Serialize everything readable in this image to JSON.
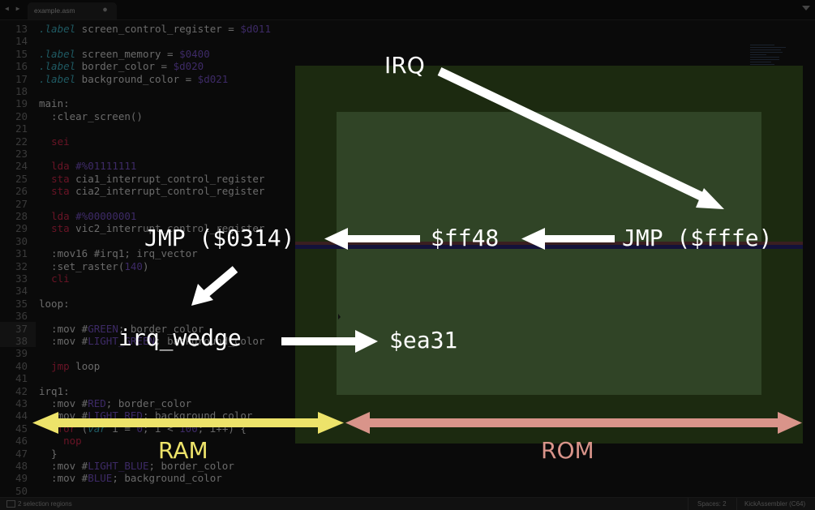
{
  "tabbar": {
    "nav_arrows": "◀ ▶",
    "tab_title": "example.asm",
    "tab_close_icon": "●"
  },
  "editor": {
    "lines": [
      {
        "n": "13",
        "parts": [
          [
            "lbl",
            ".label"
          ],
          [
            "",
            " screen_control_register = "
          ],
          [
            "num",
            "$d011"
          ]
        ]
      },
      {
        "n": "14",
        "parts": []
      },
      {
        "n": "15",
        "parts": [
          [
            "lbl",
            ".label"
          ],
          [
            "",
            " screen_memory = "
          ],
          [
            "num",
            "$0400"
          ]
        ]
      },
      {
        "n": "16",
        "parts": [
          [
            "lbl",
            ".label"
          ],
          [
            "",
            " border_color = "
          ],
          [
            "num",
            "$d020"
          ]
        ]
      },
      {
        "n": "17",
        "parts": [
          [
            "lbl",
            ".label"
          ],
          [
            "",
            " background_color = "
          ],
          [
            "num",
            "$d021"
          ]
        ]
      },
      {
        "n": "18",
        "parts": []
      },
      {
        "n": "19",
        "parts": [
          [
            "",
            "main:"
          ]
        ]
      },
      {
        "n": "20",
        "parts": [
          [
            "",
            "  :clear_screen()"
          ]
        ]
      },
      {
        "n": "21",
        "parts": []
      },
      {
        "n": "22",
        "parts": [
          [
            "",
            "  "
          ],
          [
            "kw",
            "sei"
          ]
        ]
      },
      {
        "n": "23",
        "parts": []
      },
      {
        "n": "24",
        "parts": [
          [
            "",
            "  "
          ],
          [
            "kw",
            "lda"
          ],
          [
            "",
            " "
          ],
          [
            "num",
            "#%01111111"
          ]
        ]
      },
      {
        "n": "25",
        "parts": [
          [
            "",
            "  "
          ],
          [
            "kw",
            "sta"
          ],
          [
            "",
            " cia1_interrupt_control_register"
          ]
        ]
      },
      {
        "n": "26",
        "parts": [
          [
            "",
            "  "
          ],
          [
            "kw",
            "sta"
          ],
          [
            "",
            " cia2_interrupt_control_register"
          ]
        ]
      },
      {
        "n": "27",
        "parts": []
      },
      {
        "n": "28",
        "parts": [
          [
            "",
            "  "
          ],
          [
            "kw",
            "lda"
          ],
          [
            "",
            " "
          ],
          [
            "num",
            "#%00000001"
          ]
        ]
      },
      {
        "n": "29",
        "parts": [
          [
            "",
            "  "
          ],
          [
            "kw",
            "sta"
          ],
          [
            "",
            " vic2_interrupt_control_register"
          ]
        ]
      },
      {
        "n": "30",
        "parts": []
      },
      {
        "n": "31",
        "parts": [
          [
            "",
            "  :mov16 #irq1; irq_vector"
          ]
        ]
      },
      {
        "n": "32",
        "parts": [
          [
            "",
            "  :set_raster("
          ],
          [
            "num",
            "140"
          ],
          [
            "",
            ")"
          ]
        ]
      },
      {
        "n": "33",
        "parts": [
          [
            "",
            "  "
          ],
          [
            "kw",
            "cli"
          ]
        ]
      },
      {
        "n": "34",
        "parts": []
      },
      {
        "n": "35",
        "parts": [
          [
            "",
            "loop:"
          ]
        ]
      },
      {
        "n": "36",
        "parts": []
      },
      {
        "n": "37",
        "parts": [
          [
            "",
            "  :mov #"
          ],
          [
            "num",
            "GREEN"
          ],
          [
            "",
            "; border_color"
          ]
        ]
      },
      {
        "n": "38",
        "parts": [
          [
            "",
            "  :mov #"
          ],
          [
            "num",
            "LIGHT_GREEN"
          ],
          [
            "",
            "; background_color"
          ]
        ]
      },
      {
        "n": "39",
        "parts": []
      },
      {
        "n": "40",
        "parts": [
          [
            "",
            "  "
          ],
          [
            "kw",
            "jmp"
          ],
          [
            "",
            " loop"
          ]
        ]
      },
      {
        "n": "41",
        "parts": []
      },
      {
        "n": "42",
        "parts": [
          [
            "",
            "irq1:"
          ]
        ]
      },
      {
        "n": "43",
        "parts": [
          [
            "",
            "  :mov #"
          ],
          [
            "num",
            "RED"
          ],
          [
            "",
            "; border_color"
          ]
        ]
      },
      {
        "n": "44",
        "parts": [
          [
            "",
            "  :mov #"
          ],
          [
            "num",
            "LIGHT_RED"
          ],
          [
            "",
            "; background_color"
          ]
        ]
      },
      {
        "n": "45",
        "parts": [
          [
            "",
            "  "
          ],
          [
            "kw",
            ".for"
          ],
          [
            "",
            " ("
          ],
          [
            "lbl",
            "var"
          ],
          [
            "",
            " i = "
          ],
          [
            "num",
            "0"
          ],
          [
            "",
            "; i < "
          ],
          [
            "num",
            "100"
          ],
          [
            "",
            "; i++) {"
          ]
        ]
      },
      {
        "n": "46",
        "parts": [
          [
            "",
            "    "
          ],
          [
            "kw",
            "nop"
          ]
        ]
      },
      {
        "n": "47",
        "parts": [
          [
            "",
            "  }"
          ]
        ]
      },
      {
        "n": "48",
        "parts": [
          [
            "",
            "  :mov #"
          ],
          [
            "num",
            "LIGHT_BLUE"
          ],
          [
            "",
            "; border_color"
          ]
        ]
      },
      {
        "n": "49",
        "parts": [
          [
            "",
            "  :mov #"
          ],
          [
            "num",
            "BLUE"
          ],
          [
            "",
            "; background_color"
          ]
        ]
      },
      {
        "n": "50",
        "parts": []
      }
    ]
  },
  "overlay": {
    "irq_label": "IRQ",
    "jmp_fffe_label": "JMP ($fffe)",
    "ff48_label": "$ff48",
    "jmp_0314_label": "JMP ($0314)",
    "irq_wedge_label": "irq_wedge",
    "ea31_label": "$ea31",
    "ram_label": "RAM",
    "rom_label": "ROM",
    "colors": {
      "arrow": "#ffffff",
      "ram": "#ede36a",
      "rom": "#d9948a",
      "border_green": "#1c2a10",
      "background_green": "#304426"
    }
  },
  "statusbar": {
    "selection": "2 selection regions",
    "spaces": "Spaces: 2",
    "syntax": "KickAssembler (C64)"
  }
}
